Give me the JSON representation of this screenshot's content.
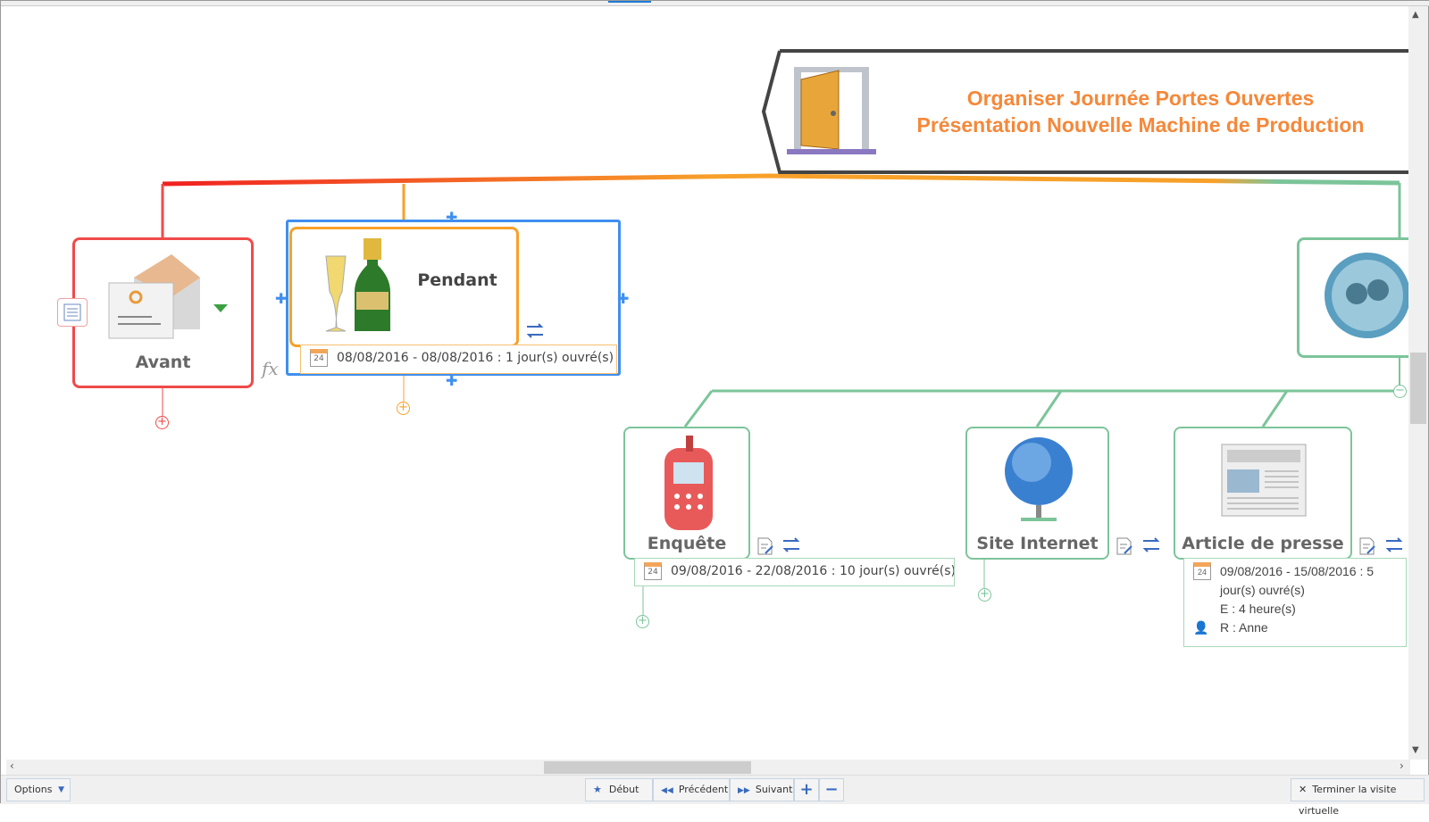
{
  "title": {
    "line1": "Organiser Journée Portes Ouvertes",
    "line2": "Présentation Nouvelle Machine de Production"
  },
  "nodes": {
    "avant": {
      "label": "Avant",
      "color": "#f04a4a"
    },
    "pendant": {
      "label": "Pendant",
      "color": "#f7a12a",
      "date": "08/08/2016 - 08/08/2016 : 1 jour(s) ouvré(s)",
      "calendar_day": "24"
    },
    "enquete": {
      "label": "Enquête",
      "color": "#7cc49a",
      "date": "09/08/2016 - 22/08/2016 : 10 jour(s) ouvré(s)",
      "calendar_day": "24"
    },
    "site": {
      "label": "Site Internet",
      "color": "#7cc49a"
    },
    "article": {
      "label": "Article de presse",
      "color": "#7cc49a",
      "date": "09/08/2016 - 15/08/2016 : 5 jour(s) ouvré(s)",
      "effort": "E : 4 heure(s)",
      "resource": "R : Anne",
      "calendar_day": "24"
    }
  },
  "fx_label": "fx",
  "selection_color": "#3f8ff0",
  "toolbar": {
    "options": "Options",
    "debut": "Début",
    "precedent": "Précédent",
    "suivant": "Suivant",
    "zoom_in": "+",
    "zoom_out": "−",
    "terminer": "Terminer la visite virtuelle"
  }
}
